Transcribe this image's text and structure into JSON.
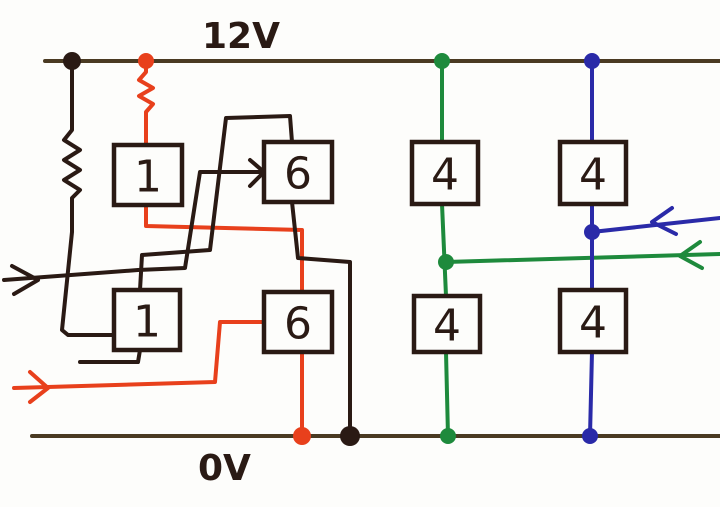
{
  "rails": {
    "top_label": "12V",
    "bottom_label": "0V"
  },
  "blocks": [
    {
      "id": "b1-top",
      "label": "1"
    },
    {
      "id": "b1-bottom",
      "label": "1"
    },
    {
      "id": "b6-top",
      "label": "6"
    },
    {
      "id": "b6-bottom",
      "label": "6"
    },
    {
      "id": "b4-green-top",
      "label": "4"
    },
    {
      "id": "b4-green-bottom",
      "label": "4"
    },
    {
      "id": "b4-blue-top",
      "label": "4"
    },
    {
      "id": "b4-blue-bottom",
      "label": "4"
    }
  ],
  "colors": {
    "ink": "#2a1a14",
    "rail": "#4a3a22",
    "red": "#e8401c",
    "green": "#1e8a3c",
    "blue": "#2a2aa8"
  }
}
